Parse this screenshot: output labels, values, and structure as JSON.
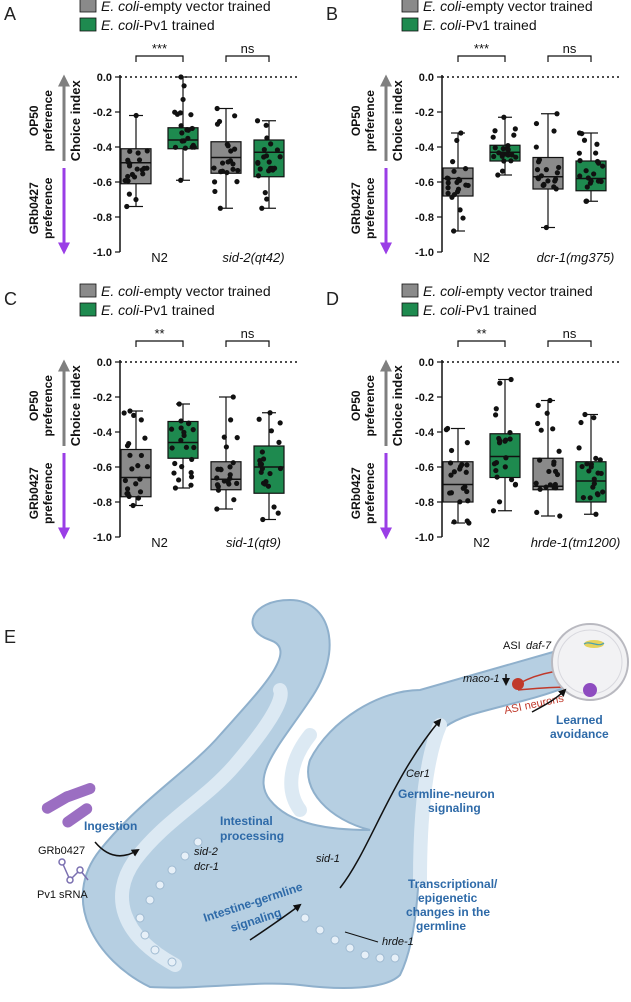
{
  "colors": {
    "gray": "#8a8a8a",
    "green": "#1e8a4f",
    "purple": "#9a3ee6",
    "arrow_gray": "#7f7f7f",
    "blue_text": "#2e6aa8",
    "worm": "#b6cfe2",
    "worm_dark": "#8fb0cc"
  },
  "legend": {
    "gray_italic": "E. coli",
    "gray_rest": "-empty vector trained",
    "green_italic": "E. coli",
    "green_rest": "-Pv1 trained"
  },
  "axis": {
    "ylabel": "Choice index",
    "ticks": [
      "0.0",
      "-0.2",
      "-0.4",
      "-0.6",
      "-0.8",
      "-1.0"
    ],
    "top_label_1": "OP50",
    "top_label_2": "preference",
    "bottom_label_1": "GRb0427",
    "bottom_label_2": "preference"
  },
  "panels": [
    {
      "letter": "A",
      "groups": [
        "N2",
        "sid-2(qt42)"
      ],
      "sig": [
        "***",
        "ns"
      ]
    },
    {
      "letter": "B",
      "groups": [
        "N2",
        "dcr-1(mg375)"
      ],
      "sig": [
        "***",
        "ns"
      ]
    },
    {
      "letter": "C",
      "groups": [
        "N2",
        "sid-1(qt9)"
      ],
      "sig": [
        "**",
        "ns"
      ]
    },
    {
      "letter": "D",
      "groups": [
        "N2",
        "hrde-1(tm1200)"
      ],
      "sig": [
        "**",
        "ns"
      ]
    }
  ],
  "chart_data": [
    {
      "type": "box",
      "panel": "A",
      "ylabel": "Choice index",
      "ylim": [
        -1.0,
        0.0
      ],
      "categories": [
        "N2",
        "sid-2(qt42)"
      ],
      "series": [
        {
          "name": "E. coli-empty vector trained",
          "boxes": [
            {
              "min": -0.74,
              "q1": -0.61,
              "median": -0.49,
              "q3": -0.41,
              "max": -0.22
            },
            {
              "min": -0.75,
              "q1": -0.55,
              "median": -0.46,
              "q3": -0.37,
              "max": -0.18
            }
          ]
        },
        {
          "name": "E. coli-Pv1 trained",
          "boxes": [
            {
              "min": -0.59,
              "q1": -0.41,
              "median": -0.36,
              "q3": -0.29,
              "max": 0.0
            },
            {
              "min": -0.75,
              "q1": -0.57,
              "median": -0.43,
              "q3": -0.36,
              "max": -0.25
            }
          ]
        }
      ]
    },
    {
      "type": "box",
      "panel": "B",
      "ylabel": "Choice index",
      "ylim": [
        -1.0,
        0.0
      ],
      "categories": [
        "N2",
        "dcr-1(mg375)"
      ],
      "series": [
        {
          "name": "E. coli-empty vector trained",
          "boxes": [
            {
              "min": -0.88,
              "q1": -0.68,
              "median": -0.58,
              "q3": -0.52,
              "max": -0.32
            },
            {
              "min": -0.86,
              "q1": -0.64,
              "median": -0.57,
              "q3": -0.46,
              "max": -0.21
            }
          ]
        },
        {
          "name": "E. coli-Pv1 trained",
          "boxes": [
            {
              "min": -0.56,
              "q1": -0.48,
              "median": -0.43,
              "q3": -0.39,
              "max": -0.23
            },
            {
              "min": -0.71,
              "q1": -0.65,
              "median": -0.58,
              "q3": -0.48,
              "max": -0.32
            }
          ]
        }
      ]
    },
    {
      "type": "box",
      "panel": "C",
      "ylabel": "Choice index",
      "ylim": [
        -1.0,
        0.0
      ],
      "categories": [
        "N2",
        "sid-1(qt9)"
      ],
      "series": [
        {
          "name": "E. coli-empty vector trained",
          "boxes": [
            {
              "min": -0.82,
              "q1": -0.77,
              "median": -0.66,
              "q3": -0.5,
              "max": -0.28
            },
            {
              "min": -0.84,
              "q1": -0.73,
              "median": -0.67,
              "q3": -0.57,
              "max": -0.2
            }
          ]
        },
        {
          "name": "E. coli-Pv1 trained",
          "boxes": [
            {
              "min": -0.72,
              "q1": -0.55,
              "median": -0.46,
              "q3": -0.34,
              "max": -0.24
            },
            {
              "min": -0.9,
              "q1": -0.75,
              "median": -0.6,
              "q3": -0.48,
              "max": -0.29
            }
          ]
        }
      ]
    },
    {
      "type": "box",
      "panel": "D",
      "ylabel": "Choice index",
      "ylim": [
        -1.0,
        0.0
      ],
      "categories": [
        "N2",
        "hrde-1(tm1200)"
      ],
      "series": [
        {
          "name": "E. coli-empty vector trained",
          "boxes": [
            {
              "min": -0.92,
              "q1": -0.8,
              "median": -0.7,
              "q3": -0.57,
              "max": -0.38
            },
            {
              "min": -0.88,
              "q1": -0.73,
              "median": -0.71,
              "q3": -0.55,
              "max": -0.22
            }
          ]
        },
        {
          "name": "E. coli-Pv1 trained",
          "boxes": [
            {
              "min": -0.85,
              "q1": -0.66,
              "median": -0.54,
              "q3": -0.41,
              "max": -0.1
            },
            {
              "min": -0.87,
              "q1": -0.8,
              "median": -0.68,
              "q3": -0.57,
              "max": -0.3
            }
          ]
        }
      ]
    }
  ],
  "diagram": {
    "letter": "E",
    "left_bacteria": "GRb0427",
    "left_srna": "Pv1 sRNA",
    "ingestion": "Ingestion",
    "intestinal_1": "Intestinal",
    "intestinal_2": "processing",
    "gene_sid2": "sid-2",
    "gene_dcr1": "dcr-1",
    "gene_sid1": "sid-1",
    "intest_germ_1": "Intestine-germline",
    "intest_germ_2": "signaling",
    "trans_1": "Transcriptional/",
    "trans_2": "epigenetic",
    "trans_3": "changes in the",
    "trans_4": "germline",
    "gene_hrde1": "hrde-1",
    "germ_neuron_1": "Germline-neuron",
    "germ_neuron_2": "signaling",
    "gene_cer1": "Cer1",
    "gene_maco1": "maco-1",
    "asi_neurons": "ASI neurons",
    "asi_label": "ASI",
    "gene_daf7": "daf-7",
    "learned_1": "Learned",
    "learned_2": "avoidance"
  }
}
